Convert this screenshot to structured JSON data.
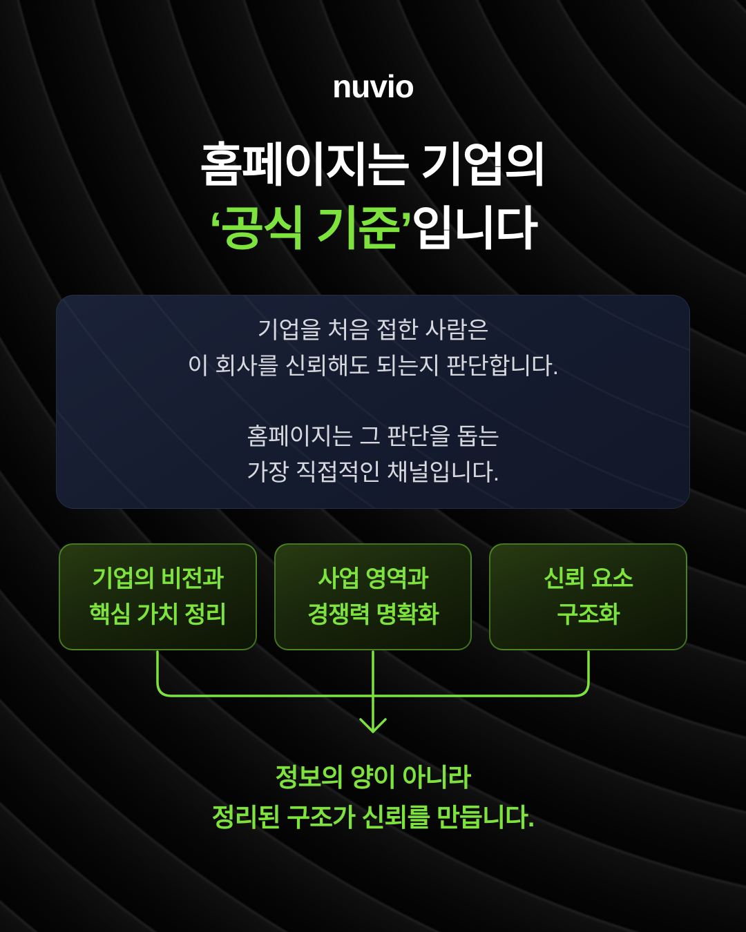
{
  "brand": {
    "logo": "nuvio"
  },
  "headline": {
    "line1": "홈페이지는 기업의",
    "highlight": "‘공식 기준’",
    "suffix": "입니다"
  },
  "card": {
    "paragraphs": [
      {
        "line1": "기업을 처음 접한 사람은",
        "line2": "이 회사를 신뢰해도 되는지 판단합니다."
      },
      {
        "line1": "홈페이지는 그 판단을 돕는",
        "line2": "가장 직접적인 채널입니다."
      }
    ]
  },
  "boxes": [
    {
      "line1": "기업의 비전과",
      "line2": "핵심 가치 정리"
    },
    {
      "line1": "사업 영역과",
      "line2": "경쟁력 명확화"
    },
    {
      "line1": "신뢰 요소",
      "line2": "구조화"
    }
  ],
  "footer": {
    "line1": "정보의 양이 아니라",
    "line2": "정리된 구조가 신뢰를 만듭니다."
  },
  "colors": {
    "background": "#0B0B0B",
    "accent": "#7EE33C",
    "card_background": "#161C2F",
    "card_text": "#D7D9DE",
    "box_border": "#6CBF3A",
    "headline_text": "#FFFFFF"
  }
}
